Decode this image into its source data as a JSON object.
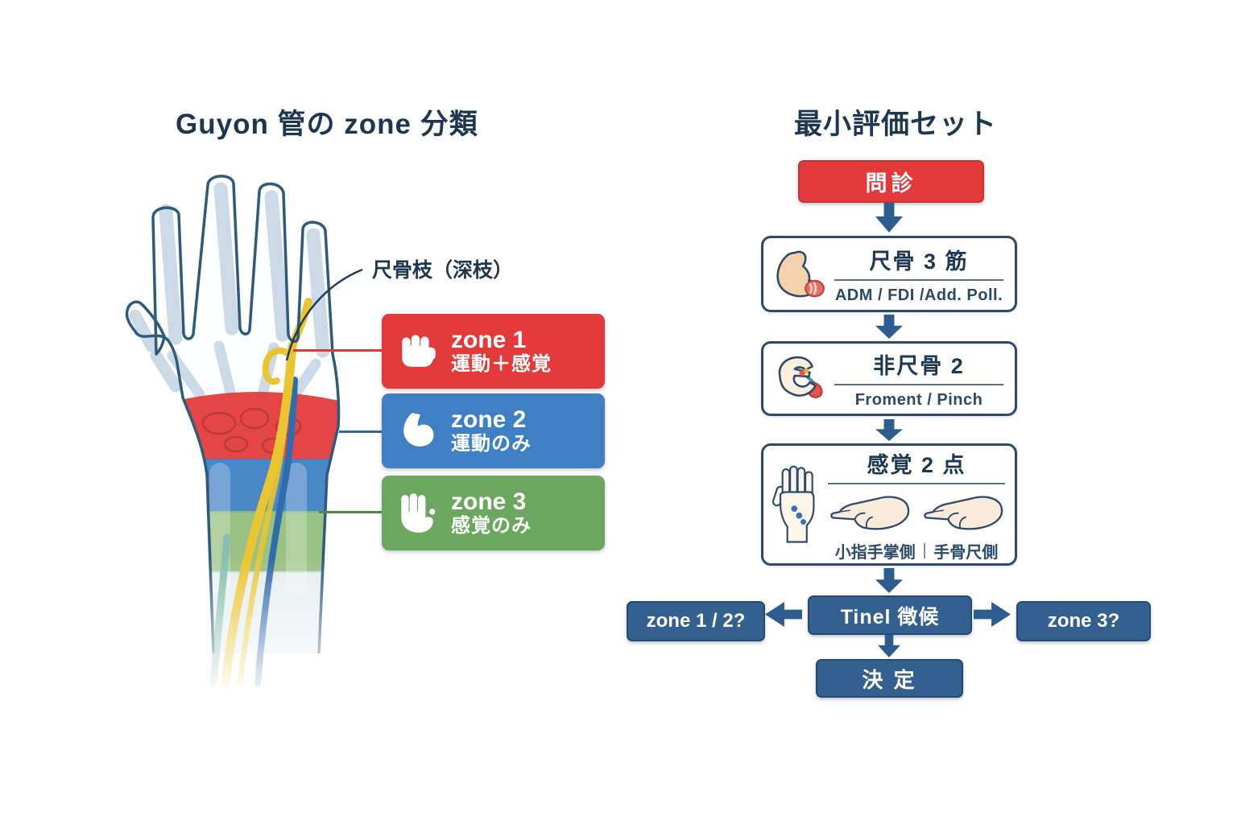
{
  "colors": {
    "zone1_red": "#e23a3a",
    "zone2_blue": "#3f80c4",
    "zone3_green": "#6ca75f",
    "flow_dark_blue": "#34608f",
    "interview_red": "#e23a3a",
    "title_navy": "#1d3750",
    "nerve_yellow": "#e9c531"
  },
  "left": {
    "title": "Guyon 管の zone 分類",
    "nerve_label": "尺骨枝（深枝）",
    "zones": [
      {
        "label": "zone 1",
        "desc": "運動＋感覚",
        "color": "#e23a3a",
        "icon": "fist-icon"
      },
      {
        "label": "zone 2",
        "desc": "運動のみ",
        "color": "#3f80c4",
        "icon": "biceps-icon"
      },
      {
        "label": "zone 3",
        "desc": "感覚のみ",
        "color": "#6ca75f",
        "icon": "open-hand-icon"
      }
    ]
  },
  "right": {
    "title": "最小評価セット",
    "interview": "問診",
    "muscle_card": {
      "title": "尺骨 3 筋",
      "subtitle": "ADM / FDI /Add. Poll."
    },
    "nonulnar_card": {
      "title": "非尺骨 2",
      "subtitle": "Froment / Pinch"
    },
    "sensory_card": {
      "title": "感覚 2 点",
      "caption_left": "小指手掌側",
      "caption_divider": "|",
      "caption_right": "手骨尺側"
    },
    "tinel": {
      "center": "Tinel 徴候",
      "left": "zone 1 / 2?",
      "right": "zone 3?"
    },
    "decision": "決 定"
  }
}
